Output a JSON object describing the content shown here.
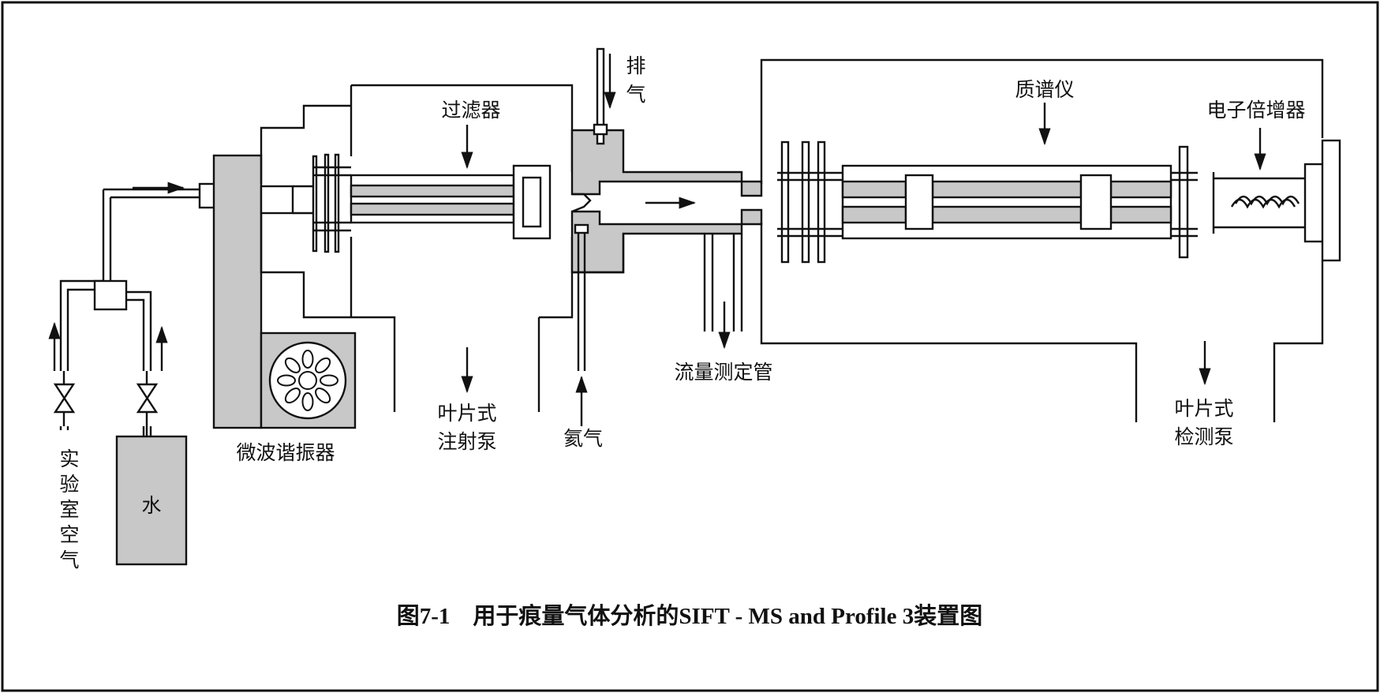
{
  "labels": {
    "filter": "过滤器",
    "exhaust_1": "排",
    "exhaust_2": "气",
    "mass_spec": "质谱仪",
    "electron_multiplier": "电子倍增器",
    "microwave_resonator": "微波谐振器",
    "injection_pump_1": "叶片式",
    "injection_pump_2": "注射泵",
    "helium": "氦气",
    "flow_tube": "流量测定管",
    "detection_pump_1": "叶片式",
    "detection_pump_2": "检测泵",
    "lab_air": [
      "实",
      "验",
      "室",
      "空",
      "气"
    ],
    "water": "水"
  },
  "caption": "图7-1　用于痕量气体分析的SIFT - MS and Profile 3装置图",
  "colors": {
    "fill": "#c8c8c8",
    "line": "#111111"
  }
}
